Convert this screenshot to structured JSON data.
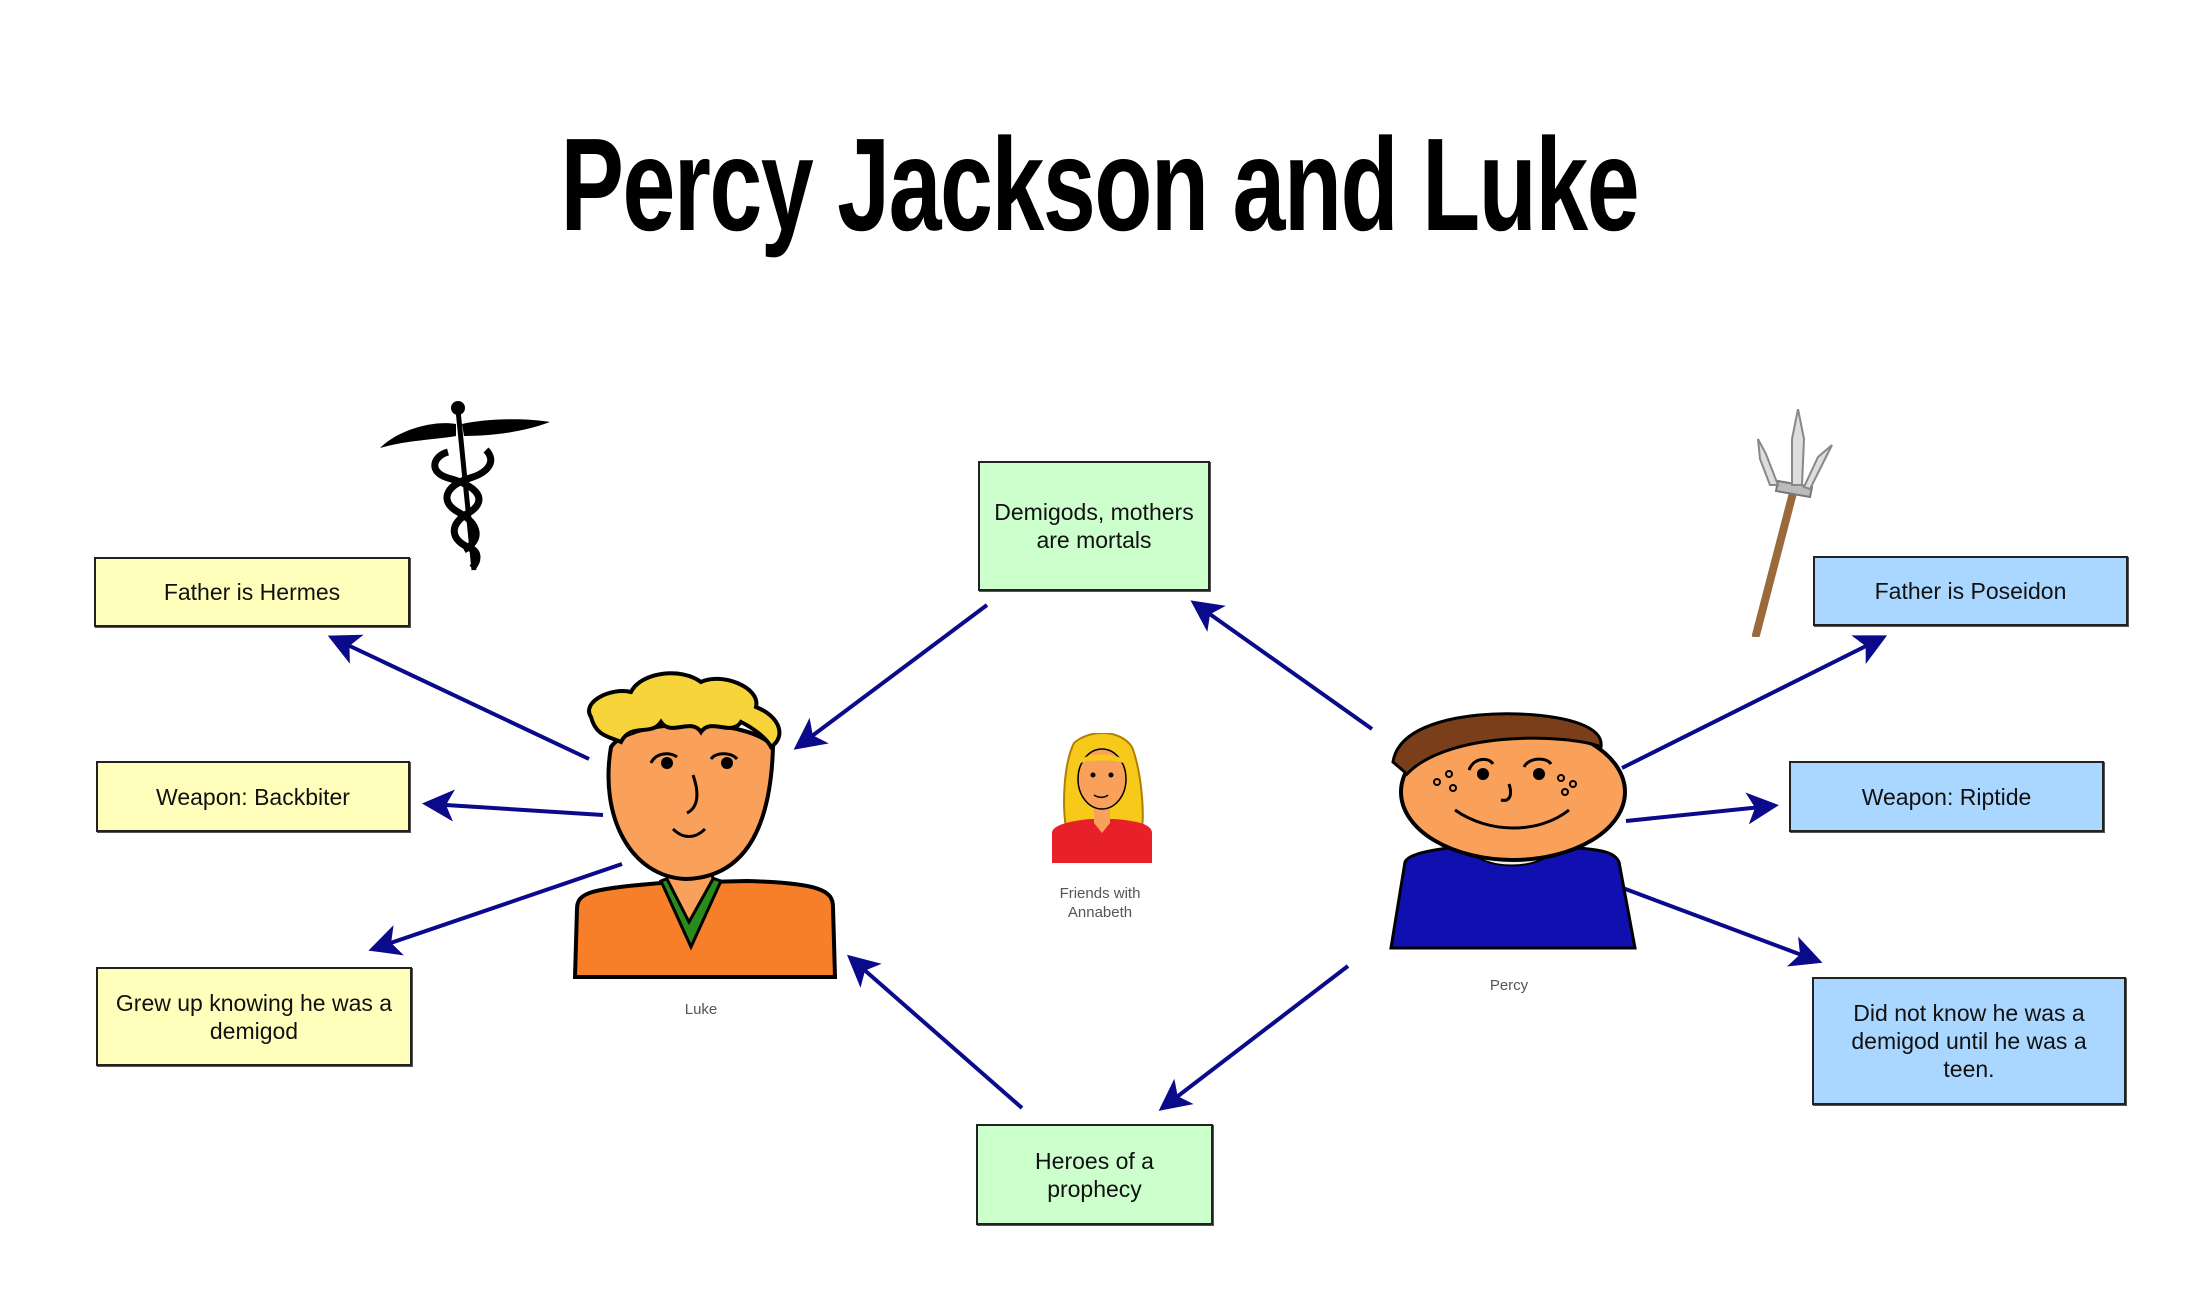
{
  "title": "Percy Jackson and Luke",
  "luke": {
    "label": "Luke",
    "boxes": [
      "Father is Hermes",
      "Weapon: Backbiter",
      "Grew up knowing he was a demigod"
    ]
  },
  "percy": {
    "label": "Percy",
    "boxes": [
      "Father is Poseidon",
      "Weapon: Riptide",
      "Did not know he was a demigod until he was a teen."
    ]
  },
  "shared": {
    "boxes": [
      "Demigods, mothers are mortals",
      "Heroes of a prophecy"
    ],
    "annabeth_label": "Friends with Annabeth"
  },
  "colors": {
    "luke": "#ffffbb",
    "shared": "#ccffcc",
    "percy": "#aad7ff",
    "arrow": "#0a0a8a"
  },
  "icons": [
    "caduceus-icon",
    "trident-icon"
  ]
}
